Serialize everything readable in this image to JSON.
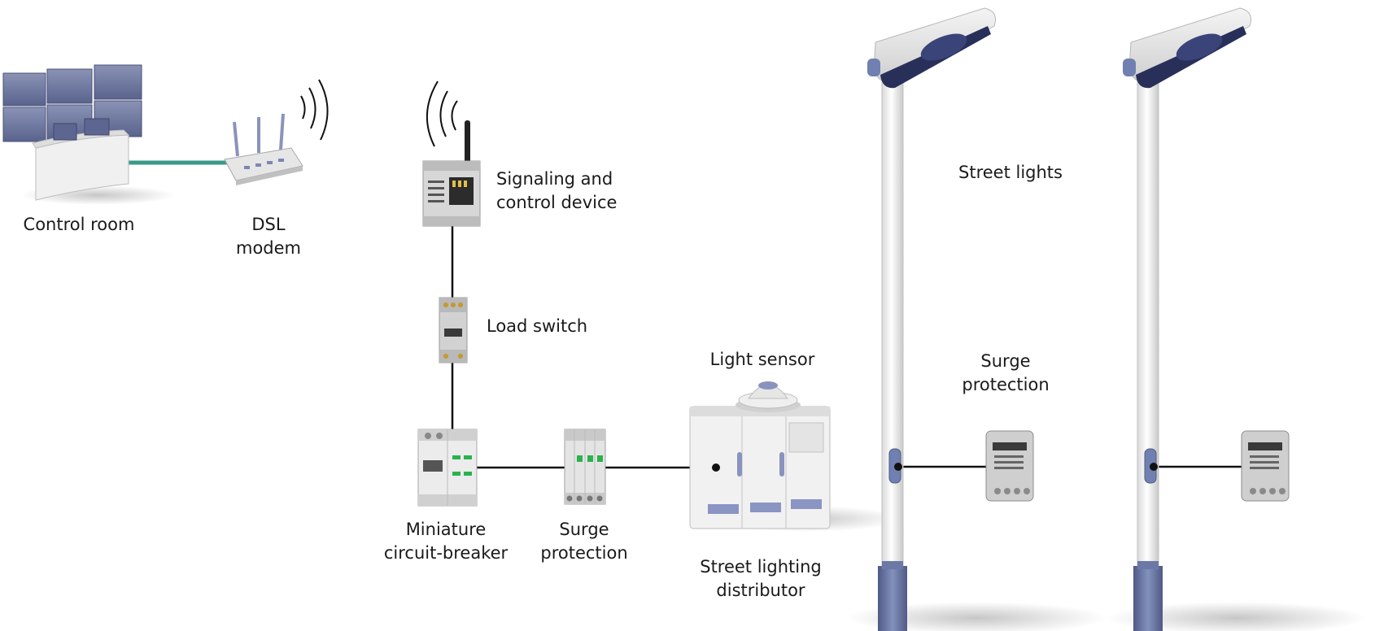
{
  "labels": {
    "control_room": "Control room",
    "dsl_line1": "DSL",
    "dsl_line2": "modem",
    "signaling_line1": "Signaling and",
    "signaling_line2": "control device",
    "load_switch": "Load switch",
    "mcb_line1": "Miniature",
    "mcb_line2": "circuit-breaker",
    "surge_left_line1": "Surge",
    "surge_left_line2": "protection",
    "light_sensor": "Light sensor",
    "distributor_line1": "Street lighting",
    "distributor_line2": "distributor",
    "street_lights": "Street lights",
    "surge_right_line1": "Surge",
    "surge_right_line2": "protection"
  },
  "colors": {
    "ethernet_cable": "#3a9a8a",
    "wire": "#111111",
    "pole_accent": "#7080b0",
    "lamp_lens": "#28305a",
    "device_grey": "#c8c8c8"
  },
  "icons": [
    "control-room-icon",
    "dsl-modem-icon",
    "wireless-signal-icon",
    "signaling-device-icon",
    "load-switch-icon",
    "circuit-breaker-icon",
    "surge-protector-icon",
    "light-sensor-icon",
    "distribution-cabinet-icon",
    "street-light-icon"
  ]
}
